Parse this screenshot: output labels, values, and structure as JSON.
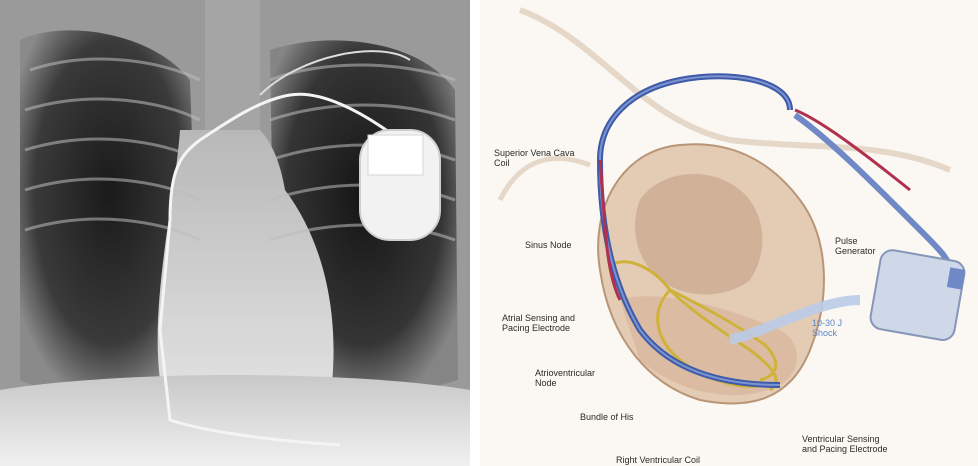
{
  "diagram": {
    "labels": {
      "svc_coil": "Superior Vena Cava\nCoil",
      "sinus_node": "Sinus Node",
      "pulse_generator": "Pulse\nGenerator",
      "atrial_electrode": "Atrial Sensing and\nPacing Electrode",
      "shock": "10-30 J\nShock",
      "av_node": "Atrioventricular\nNode",
      "bundle_his": "Bundle of His",
      "ventricular_electrode": "Ventricular Sensing\nand Pacing Electrode",
      "rv_coil": "Right Ventricular Coil"
    }
  }
}
